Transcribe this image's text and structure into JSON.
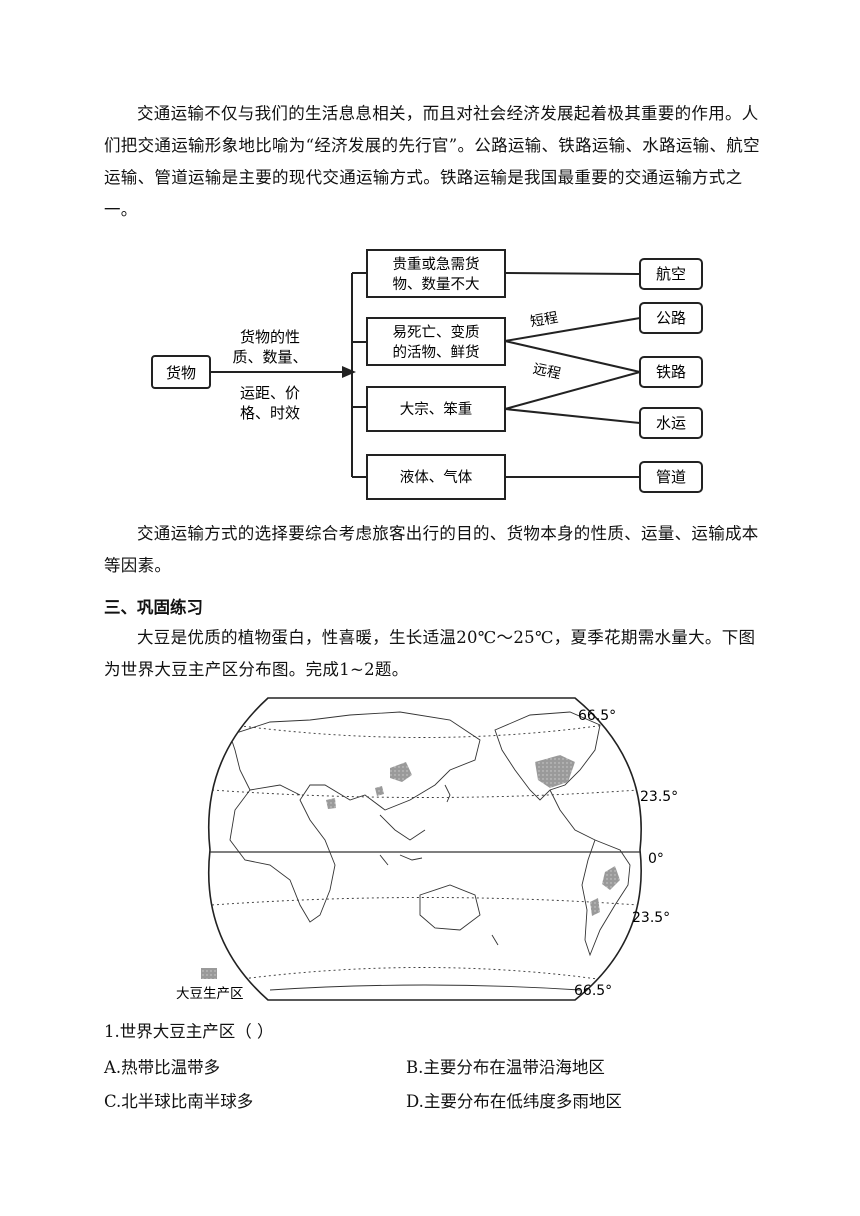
{
  "intro": {
    "p1": "交通运输不仅与我们的生活息息相关，而且对社会经济发展起着极其重要的作用。人们把交通运输形象地比喻为“经济发展的先行官”。公路运输、铁路运输、水路运输、航空运输、管道运输是主要的现代交通运输方式。铁路运输是我国最重要的交通运输方式之一。"
  },
  "diagram": {
    "source": "货物",
    "arrow_label_top_1": "货物的性",
    "arrow_label_top_2": "质、数量、",
    "arrow_label_bottom_1": "运距、价",
    "arrow_label_bottom_2": "格、时效",
    "categories": [
      {
        "line1": "贵重或急需货",
        "line2": "物、数量不大"
      },
      {
        "line1": "易死亡、变质",
        "line2": "的活物、鲜货"
      },
      {
        "line1": "大宗、笨重",
        "line2": ""
      },
      {
        "line1": "液体、气体",
        "line2": ""
      }
    ],
    "modes": [
      "航空",
      "公路",
      "铁路",
      "水运",
      "管道"
    ],
    "short_label": "短程",
    "long_label": "远程"
  },
  "conclusion": {
    "p2": "交通运输方式的选择要综合考虑旅客出行的目的、货物本身的性质、运量、运输成本等因素。"
  },
  "section": {
    "title": "三、巩固练习",
    "stem": "大豆是优质的植物蛋白，性喜暖，生长适温20℃～25℃，夏季花期需水量大。下图为世界大豆主产区分布图。完成1~2题。"
  },
  "map": {
    "lat_labels": [
      "66.5°",
      "23.5°",
      "0°",
      "23.5°",
      "66.5°"
    ],
    "legend_label": "大豆生产区",
    "region_color": "#9a9a9a"
  },
  "question": {
    "stem": "1.世界大豆主产区（    ）",
    "options": {
      "A": "A.热带比温带多",
      "B": "B.主要分布在温带沿海地区",
      "C": "C.北半球比南半球多",
      "D": "D.主要分布在低纬度多雨地区"
    }
  }
}
